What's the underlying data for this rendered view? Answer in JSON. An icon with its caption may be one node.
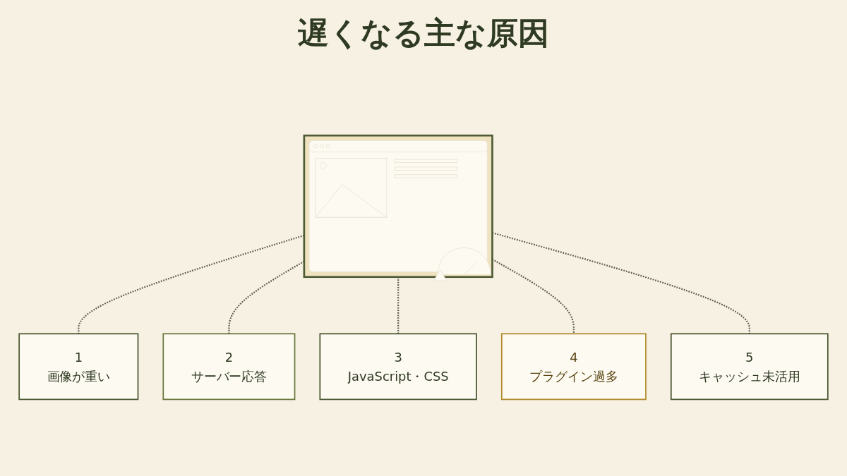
{
  "diagram": {
    "title": "遅くなる主な原因",
    "nodes": [
      {
        "text": [],
        "shape": "picture"
      },
      {
        "text": [
          "1",
          "画像が重い"
        ]
      },
      {
        "text": [
          "2",
          "サーバー応答"
        ]
      },
      {
        "text": [
          "3",
          "JavaScript・CSS"
        ]
      },
      {
        "text": [
          "4",
          "プラグイン過多"
        ]
      },
      {
        "text": [
          "5",
          "キャッシュ未活用"
        ]
      }
    ],
    "edges": [
      {
        "from": 0,
        "to": 1,
        "arrow": "none",
        "style": "dashed"
      },
      {
        "from": 0,
        "to": 2,
        "arrow": "none",
        "style": "dashed"
      },
      {
        "from": 0,
        "to": 3,
        "arrow": "none",
        "style": "dashed"
      },
      {
        "from": 0,
        "to": 4,
        "arrow": "none",
        "style": "dashed"
      },
      {
        "from": 0,
        "to": 5,
        "arrow": "none",
        "style": "dashed"
      }
    ]
  }
}
